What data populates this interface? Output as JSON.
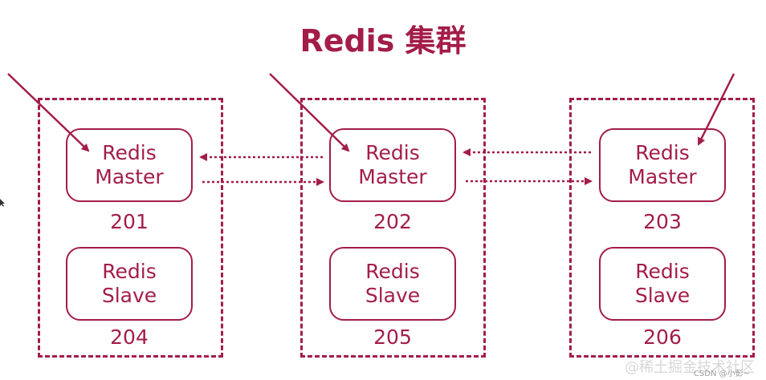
{
  "title": "Redis 集群",
  "clusters": [
    {
      "master": {
        "line1": "Redis",
        "line2": "Master",
        "id": "201"
      },
      "slave": {
        "line1": "Redis",
        "line2": "Slave",
        "id": "204"
      }
    },
    {
      "master": {
        "line1": "Redis",
        "line2": "Master",
        "id": "202"
      },
      "slave": {
        "line1": "Redis",
        "line2": "Slave",
        "id": "205"
      }
    },
    {
      "master": {
        "line1": "Redis",
        "line2": "Master",
        "id": "203"
      },
      "slave": {
        "line1": "Redis",
        "line2": "Slave",
        "id": "206"
      }
    }
  ],
  "watermark": {
    "main": "@稀土掘金技术社区",
    "sub": "CSDN @小彭~"
  },
  "colors": {
    "accent": "#a31d49"
  }
}
